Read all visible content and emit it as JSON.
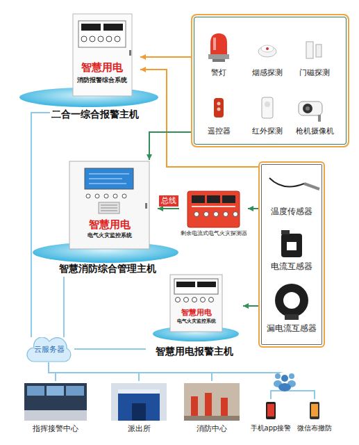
{
  "diagram": {
    "nodes": [
      {
        "text": [
          "智慧用电",
          "消防报警综合系统",
          "二合一综合报警主机"
        ]
      },
      {
        "text": []
      },
      {
        "text": [
          "警灯"
        ],
        "in": 1
      },
      {
        "text": [
          "烟感探测"
        ],
        "in": 1
      },
      {
        "text": [
          "门磁探测"
        ],
        "in": 1
      },
      {
        "text": [
          "遥控器"
        ],
        "in": 1
      },
      {
        "text": [
          "红外探测"
        ],
        "in": 1
      },
      {
        "text": [
          "枪机摄像机"
        ],
        "in": 1
      },
      {
        "text": [
          "智慧用电",
          "电气火灾监控系统",
          "智慧消防综合管理主机"
        ]
      },
      {
        "text": [
          "剩余电流式电气火灾探测器"
        ]
      },
      {
        "text": []
      },
      {
        "text": [
          "温度传感器"
        ],
        "in": 10
      },
      {
        "text": [
          "电流互感器"
        ],
        "in": 10
      },
      {
        "text": [
          "漏电流互感器"
        ],
        "in": 10
      },
      {
        "text": [
          "智慧用电",
          "电气火灾监控系统",
          "智慧用电报警主机"
        ]
      },
      {
        "text": [
          "云服务器"
        ]
      },
      {
        "text": [
          "指挥接警中心"
        ]
      },
      {
        "text": [
          "派出所"
        ]
      },
      {
        "text": [
          "消防中心"
        ]
      },
      {
        "text": [
          "手机app接警"
        ]
      },
      {
        "text": [
          "微信布撤防"
        ]
      }
    ],
    "edges": [
      {
        "from": 1,
        "to": 0,
        "arrow": "to"
      },
      {
        "from": 10,
        "to": 0,
        "arrow": "to"
      },
      {
        "from": 1,
        "to": 8,
        "arrow": "to"
      },
      {
        "from": 9,
        "to": 8,
        "label": "总线",
        "arrow": "to"
      },
      {
        "from": 10,
        "to": 9,
        "arrow": "to"
      },
      {
        "from": 10,
        "to": 14,
        "arrow": "to"
      },
      {
        "from": 0,
        "to": 15,
        "arrow": "none"
      },
      {
        "from": 8,
        "to": 15,
        "arrow": "none"
      },
      {
        "from": 14,
        "to": 15,
        "arrow": "none"
      },
      {
        "from": 15,
        "to": 16,
        "arrow": "none"
      },
      {
        "from": 15,
        "to": 17,
        "arrow": "none"
      },
      {
        "from": 15,
        "to": 18,
        "arrow": "none"
      },
      {
        "from": 15,
        "to": 19,
        "arrow": "none"
      },
      {
        "from": 15,
        "to": 20,
        "arrow": "none"
      }
    ]
  }
}
